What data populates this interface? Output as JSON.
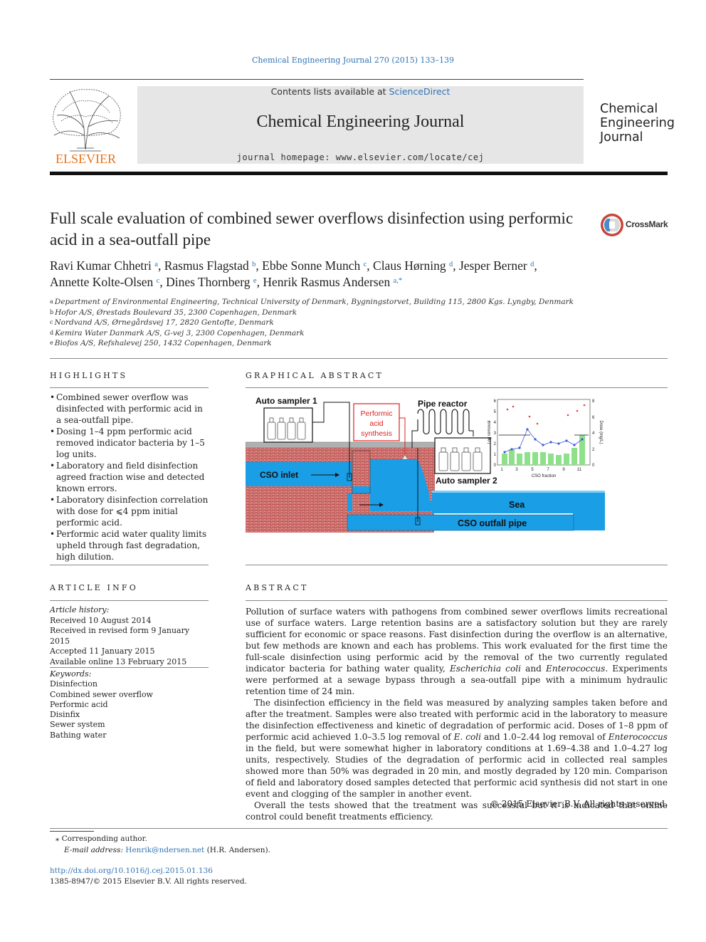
{
  "header": {
    "citation": "Chemical Engineering Journal 270 (2015) 133–139",
    "contents_prefix": "Contents lists available at ",
    "contents_link": "ScienceDirect",
    "journal_title": "Chemical Engineering Journal",
    "homepage": "journal homepage: www.elsevier.com/locate/cej",
    "publisher_logo_text": "ELSEVIER",
    "cover_title_lines": [
      "Chemical",
      "Engineering",
      "Journal"
    ]
  },
  "crossmark_label": "CrossMark",
  "article": {
    "title": "Full scale evaluation of combined sewer overflows disinfection using performic acid in a sea-outfall pipe",
    "authors": [
      {
        "name": "Ravi Kumar Chhetri",
        "sup": "a"
      },
      {
        "name": "Rasmus Flagstad",
        "sup": "b"
      },
      {
        "name": "Ebbe Sonne Munch",
        "sup": "c"
      },
      {
        "name": "Claus Hørning",
        "sup": "d"
      },
      {
        "name": "Jesper Berner",
        "sup": "d"
      },
      {
        "name": "Annette Kolte-Olsen",
        "sup": "c"
      },
      {
        "name": "Dines Thornberg",
        "sup": "e"
      },
      {
        "name": "Henrik Rasmus Andersen",
        "sup": "a,*"
      }
    ],
    "affiliations": [
      {
        "key": "a",
        "text": "Department of Environmental Engineering, Technical University of Denmark, Bygningstorvet, Building 115, 2800 Kgs. Lyngby, Denmark"
      },
      {
        "key": "b",
        "text": "Hofor A/S, Ørestads Boulevard 35, 2300 Copenhagen, Denmark"
      },
      {
        "key": "c",
        "text": "Nordvand A/S, Ørnegårdsvej 17, 2820 Gentofte, Denmark"
      },
      {
        "key": "d",
        "text": "Kemira Water Danmark A/S, G-vej 3, 2300 Copenhagen, Denmark"
      },
      {
        "key": "e",
        "text": "Biofos A/S, Refshalevej 250, 1432 Copenhagen, Denmark"
      }
    ]
  },
  "highlights": {
    "heading": "HIGHLIGHTS",
    "items": [
      "Combined sewer overflow was disinfected with performic acid in a sea-outfall pipe.",
      "Dosing 1–4 ppm performic acid removed indicator bacteria by 1–5 log units.",
      "Laboratory and field disinfection agreed fraction wise and detected known errors.",
      "Laboratory disinfection correlation with dose for ⩽4 ppm initial performic acid.",
      "Performic acid water quality limits upheld through fast degradation, high dilution."
    ]
  },
  "graphical_abstract": {
    "heading": "GRAPHICAL ABSTRACT",
    "labels": {
      "auto_sampler_1": "Auto sampler 1",
      "performic_acid_synthesis": [
        "Performic",
        "acid",
        "synthesis"
      ],
      "pipe_reactor": "Pipe reactor",
      "cso_inlet": "CSO inlet",
      "auto_sampler_2": "Auto sampler 2",
      "sea": "Sea",
      "cso_outfall_pipe": "CSO outfall pipe",
      "inset_xlabel": "CSO fraction",
      "inset_ylabel_left": "Log removal",
      "inset_ylabel_right": "Dose (mg/L)",
      "inset_x_ticks": [
        "1",
        "3",
        "5",
        "7",
        "9",
        "11"
      ],
      "inset_y_ticks_left": [
        "0",
        "1",
        "2",
        "3",
        "4",
        "5",
        "6"
      ],
      "inset_y_ticks_right": [
        "0",
        "2",
        "4",
        "6",
        "8"
      ]
    },
    "colors": {
      "water": "#1a9ee6",
      "brick": "#c0504d",
      "dose_bar": "#8ee08a",
      "series": "#3b5bd6"
    }
  },
  "article_info": {
    "heading": "ARTICLE INFO",
    "history_label": "Article history:",
    "history": [
      "Received 10 August 2014",
      "Received in revised form 9 January 2015",
      "Accepted 11 January 2015",
      "Available online 13 February 2015"
    ],
    "keywords_label": "Keywords:",
    "keywords": [
      "Disinfection",
      "Combined sewer overflow",
      "Performic acid",
      "Disinfix",
      "Sewer system",
      "Bathing water"
    ]
  },
  "abstract": {
    "heading": "ABSTRACT",
    "paragraphs": [
      "Pollution of surface waters with pathogens from combined sewer overflows limits recreational use of surface waters. Large retention basins are a satisfactory solution but they are rarely sufficient for economic or space reasons. Fast disinfection during the overflow is an alternative, but few methods are known and each has problems. This work evaluated for the first time the full-scale disinfection using performic acid by the removal of the two currently regulated indicator bacteria for bathing water quality, Escherichia coli and Enterococcus. Experiments were performed at a sewage bypass through a sea-outfall pipe with a minimum hydraulic retention time of 24 min.",
      "The disinfection efficiency in the field was measured by analyzing samples taken before and after the treatment. Samples were also treated with performic acid in the laboratory to measure the disinfection effectiveness and kinetic of degradation of performic acid. Doses of 1–8 ppm of performic acid achieved 1.0–3.5 log removal of E. coli and 1.0–2.44 log removal of Enterococcus in the field, but were somewhat higher in laboratory conditions at 1.69–4.38 and 1.0–4.27 log units, respectively. Studies of the degradation of performic acid in collected real samples showed more than 50% was degraded in 20 min, and mostly degraded by 120 min. Comparison of field and laboratory dosed samples detected that performic acid synthesis did not start in one event and clogging of the sampler in another event.",
      "Overall the tests showed that the treatment was successful but it is indicated that online control could benefit treatments efficiency."
    ],
    "copyright": "© 2015 Elsevier B.V. All rights reserved."
  },
  "footnote": {
    "corresponding": "⁎ Corresponding author.",
    "email_label": "E-mail address: ",
    "email": "Henrik@ndersen.net",
    "email_suffix": " (H.R. Andersen).",
    "doi": "http://dx.doi.org/10.1016/j.cej.2015.01.136",
    "issn": "1385-8947/© 2015 Elsevier B.V. All rights reserved."
  }
}
